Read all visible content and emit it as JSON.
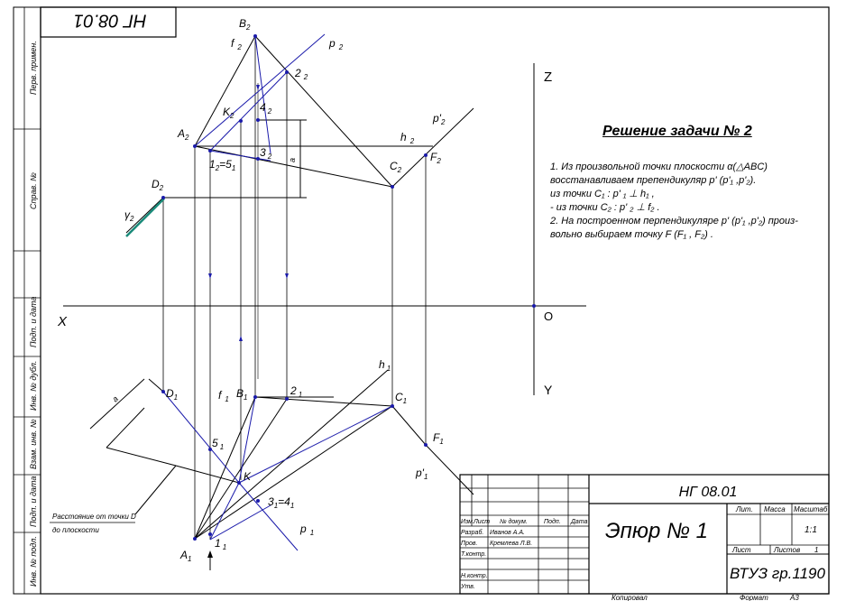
{
  "drawing_code_rotated": "НГ 08.01",
  "side_strip": [
    "Перв. примен.",
    "Справ. №",
    "Подп. и дата",
    "Инв. № дубл.",
    "Взам. инв. №",
    "Подп. и дата",
    "Инв. № подл."
  ],
  "axes": {
    "x": "X",
    "z": "Z",
    "o": "O",
    "y": "Y"
  },
  "points_v2": {
    "B2": [
      "B",
      "2"
    ],
    "A2": [
      "A",
      "2"
    ],
    "D2": [
      "D",
      "2"
    ],
    "C2": [
      "C",
      "2"
    ],
    "K2": [
      "K",
      "2"
    ],
    "F2": [
      "F",
      "2"
    ],
    "one_five": [
      "1",
      "2",
      "=5",
      "1"
    ],
    "two2": [
      "2",
      "2"
    ],
    "three2": [
      "3",
      "2"
    ],
    "four2": [
      "4",
      "2"
    ],
    "f2": [
      "f",
      "2"
    ],
    "p2": [
      "p",
      "2"
    ],
    "p2prime": [
      "p'",
      "2"
    ],
    "h2": [
      "h",
      "2"
    ],
    "gamma2": [
      "γ",
      "2"
    ],
    "a_top": "a"
  },
  "points_h1": {
    "D1": [
      "D",
      "1"
    ],
    "B1": [
      "B",
      "1"
    ],
    "C1": [
      "C",
      "1"
    ],
    "F1": [
      "F",
      "1"
    ],
    "A1": [
      "A",
      "1"
    ],
    "K": [
      "K",
      ""
    ],
    "five1": [
      "5",
      "1"
    ],
    "one1": [
      "1",
      "1"
    ],
    "two1": [
      "2",
      "1"
    ],
    "three_four": [
      "3",
      "1",
      "=4",
      "1"
    ],
    "f1": [
      "f",
      "1"
    ],
    "h1": [
      "h",
      "1"
    ],
    "p1": [
      "p",
      "1"
    ],
    "p1prime": [
      "p'",
      "1"
    ],
    "a_low": "a"
  },
  "callout": [
    "Расстояние от точки D",
    "до плоскости"
  ],
  "solution": {
    "title": "Решение задачи № 2",
    "lines": [
      "1. Из произвольной точки плоскости  α(△ABC)",
      "восстанавливаем препендикуляр  p' (p'₁ ,p'₂).",
      "  из точки C₁ :  p' ₁  ⊥  h₁ ,",
      "-  из точки C₂ :  p' ₂  ⊥  f₂ .",
      "2. На построенном перпендикуляре  p' (p'₁ ,p'₂) произ-",
      "вольно выбираем точку  F (F₁ , F₂) ."
    ]
  },
  "title_block": {
    "code": "НГ 08.01",
    "name": "Эпюр № 1",
    "group": "ВТУЗ гр.1190",
    "lit": "Лит.",
    "mass": "Масса",
    "scale_h": "Масштаб",
    "scale": "1:1",
    "sheet": "Лист",
    "sheets": "Листов",
    "sheets_n": "1",
    "head": [
      "Изм.",
      "Лист",
      "№ докум.",
      "Подп.",
      "Дата"
    ],
    "rows": [
      {
        "role": "Разраб.",
        "name": "Иванов А.А."
      },
      {
        "role": "Пров.",
        "name": "Кремлева Л.В."
      },
      {
        "role": "Т.контр.",
        "name": ""
      },
      {
        "role": "",
        "name": ""
      },
      {
        "role": "Н.контр.",
        "name": ""
      },
      {
        "role": "Утв.",
        "name": ""
      }
    ],
    "copied": "Копировал",
    "format": "Формат",
    "format_v": "А3"
  },
  "colors": {
    "construction": "#000000",
    "plane": "#1a1aaa",
    "gamma": "#1a8a7a"
  }
}
